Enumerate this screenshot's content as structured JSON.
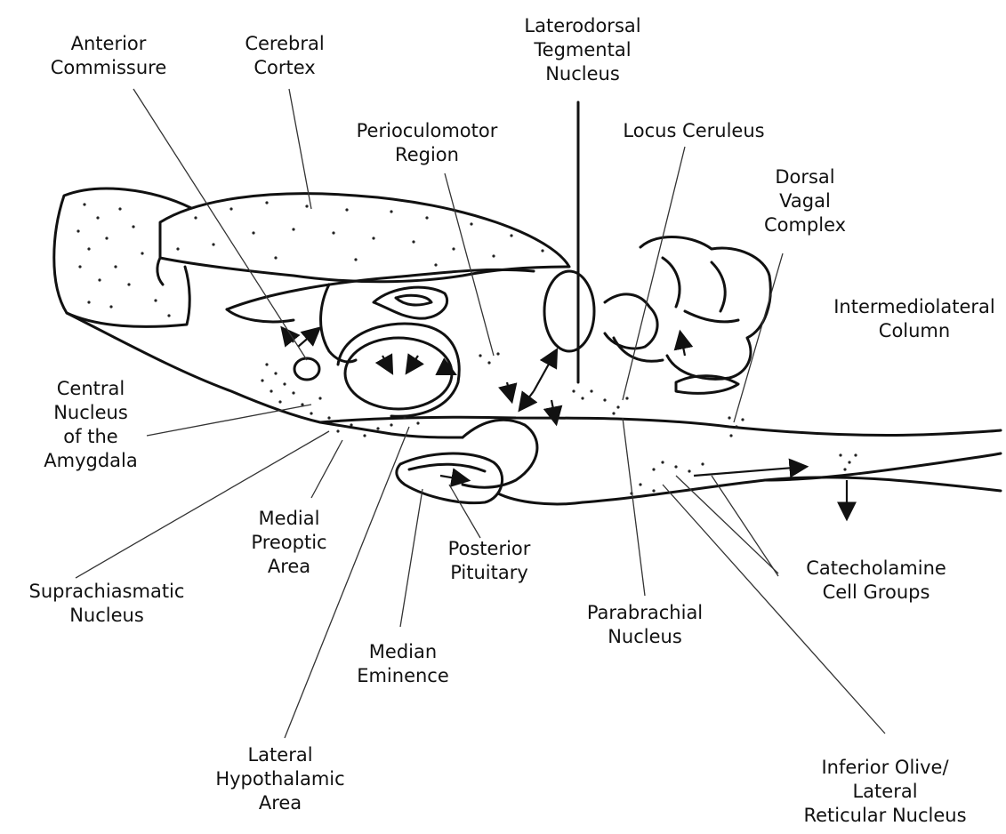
{
  "figure": {
    "labels": {
      "anterior_commissure": [
        "Anterior",
        "Commissure"
      ],
      "cerebral_cortex": [
        "Cerebral",
        "Cortex"
      ],
      "laterodorsal_tegmental_nucleus": [
        "Laterodorsal",
        "Tegmental",
        "Nucleus"
      ],
      "perioculomotor_region": [
        "Perioculomotor",
        "Region"
      ],
      "locus_ceruleus": [
        "Locus Ceruleus"
      ],
      "dorsal_vagal_complex": [
        "Dorsal",
        "Vagal",
        "Complex"
      ],
      "intermediolateral_column": [
        "Intermediolateral",
        "Column"
      ],
      "central_nucleus_amygdala": [
        "Central",
        "Nucleus",
        "of the",
        "Amygdala"
      ],
      "medial_preoptic_area": [
        "Medial",
        "Preoptic",
        "Area"
      ],
      "posterior_pituitary": [
        "Posterior",
        "Pituitary"
      ],
      "suprachiasmatic_nucleus": [
        "Suprachiasmatic",
        "Nucleus"
      ],
      "parabrachial_nucleus": [
        "Parabrachial",
        "Nucleus"
      ],
      "catecholamine_cell_groups": [
        "Catecholamine",
        "Cell Groups"
      ],
      "median_eminence": [
        "Median",
        "Eminence"
      ],
      "lateral_hypothalamic_area": [
        "Lateral",
        "Hypothalamic",
        "Area"
      ],
      "inferior_olive": [
        "Inferior Olive/",
        "Lateral",
        "Reticular Nucleus"
      ]
    }
  }
}
